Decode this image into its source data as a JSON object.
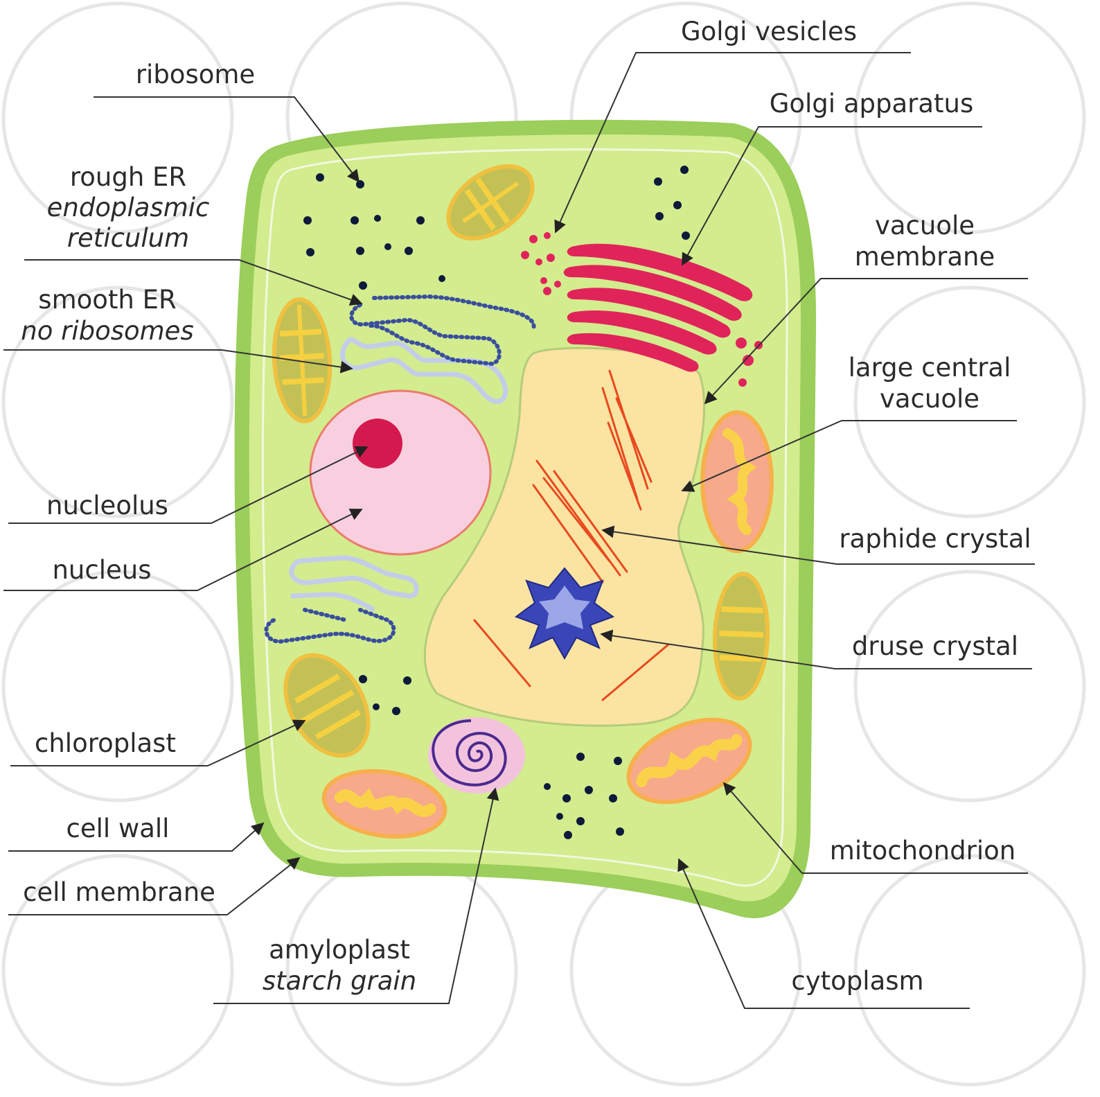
{
  "labels": {
    "ribosome": "ribosome",
    "rough_er_1": "rough ER",
    "rough_er_2": "endoplasmic",
    "rough_er_3": "reticulum",
    "smooth_er_1": "smooth ER",
    "smooth_er_2": "no ribosomes",
    "nucleolus": "nucleolus",
    "nucleus": "nucleus",
    "chloroplast": "chloroplast",
    "cell_wall": "cell wall",
    "cell_membrane": "cell membrane",
    "amyloplast_1": "amyloplast",
    "amyloplast_2": "starch grain",
    "golgi_vesicles": "Golgi vesicles",
    "golgi_apparatus": "Golgi apparatus",
    "vacuole_membrane_1": "vacuole",
    "vacuole_membrane_2": "membrane",
    "central_vacuole_1": "large central",
    "central_vacuole_2": "vacuole",
    "raphide_crystal": "raphide crystal",
    "druse_crystal": "druse crystal",
    "mitochondrion": "mitochondrion",
    "cytoplasm": "cytoplasm"
  },
  "colors": {
    "cell_wall": "#9bce5a",
    "cytoplasm": "#d3ec8e",
    "membrane_line": "#f2f8e0",
    "vacuole": "#fbe3a2",
    "vacuole_edge": "#b4cc7a",
    "nucleus": "#f8cfdf",
    "nucleus_edge": "#ec7a6a",
    "nucleolus": "#d4194e",
    "golgi": "#e0245a",
    "smooth_er": "#c3cde9",
    "rough_er_dots": "#3a4e9e",
    "chloroplast": "#c3c156",
    "chloroplast_edge": "#f0c040",
    "chloroplast_stripe": "#f5d040",
    "mitochondrion": "#f7a98b",
    "mitochondrion_edge": "#f7b04b",
    "mitochondrion_inner": "#f9d24a",
    "raphide": "#e8491e",
    "druse": "#3a45b8",
    "amyloplast": "#f3c3dd",
    "amyloplast_spiral": "#4a2a8e",
    "ribosome": "#0d1a3a",
    "leader_line": "#333333"
  }
}
